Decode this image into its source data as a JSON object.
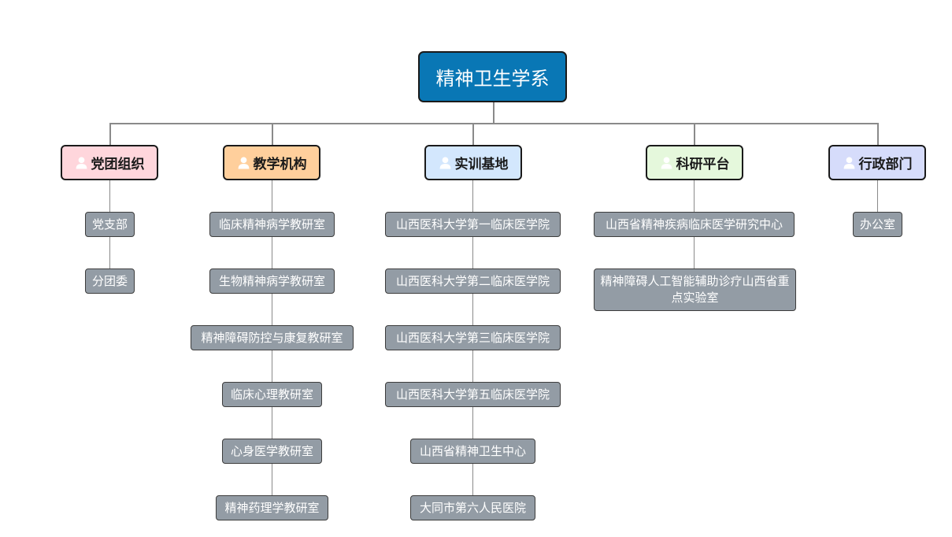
{
  "root": {
    "label": "精神卫生学系",
    "color": "#0977b5"
  },
  "categories": [
    {
      "id": "party",
      "label": "党团组织",
      "color": "#ffd6dc",
      "items": [
        "党支部",
        "分团委"
      ]
    },
    {
      "id": "teaching",
      "label": "教学机构",
      "color": "#ffcf9c",
      "items": [
        "临床精神病学教研室",
        "生物精神病学教研室",
        "精神障碍防控与康复教研室",
        "临床心理教研室",
        "心身医学教研室",
        "精神药理学教研室"
      ]
    },
    {
      "id": "training",
      "label": "实训基地",
      "color": "#d3e7fd",
      "items": [
        "山西医科大学第一临床医学院",
        "山西医科大学第二临床医学院",
        "山西医科大学第三临床医学院",
        "山西医科大学第五临床医学院",
        "山西省精神卫生中心",
        "大同市第六人民医院"
      ]
    },
    {
      "id": "research",
      "label": "科研平台",
      "color": "#e5f8dc",
      "items": [
        "山西省精神疾病临床医学研究中心",
        "精神障碍人工智能辅助诊疗山西省重点实验室"
      ]
    },
    {
      "id": "admin",
      "label": "行政部门",
      "color": "#d6dcfb",
      "items": [
        "办公室"
      ]
    }
  ],
  "leaf_color": "#939ca5",
  "icon": "person-icon"
}
